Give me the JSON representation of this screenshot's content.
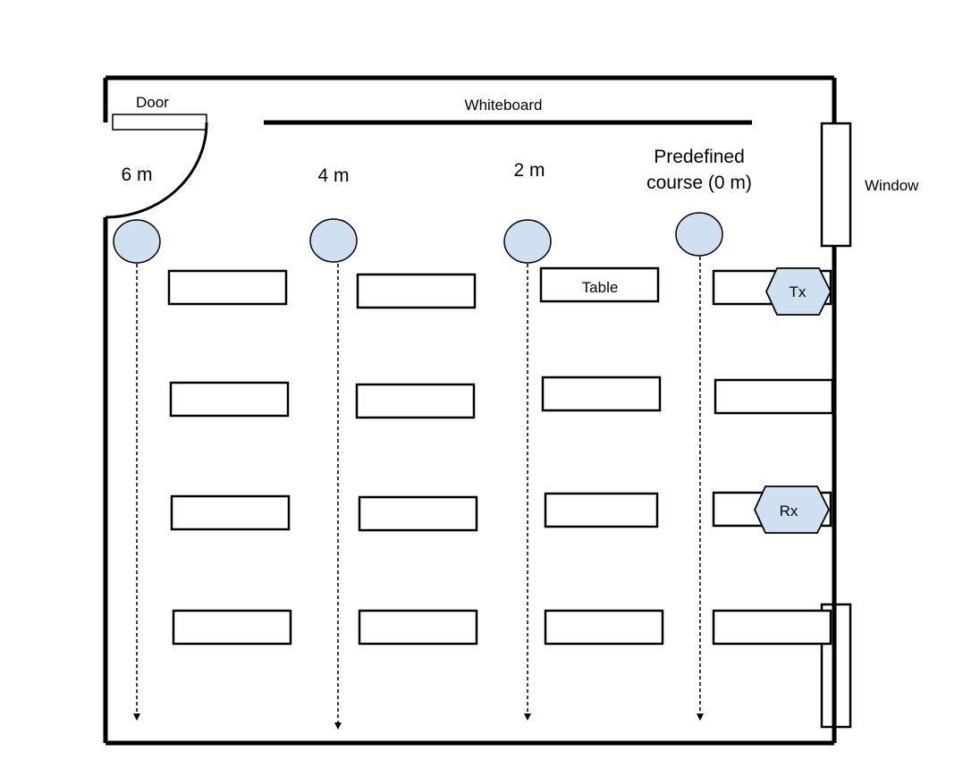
{
  "labels": {
    "door": "Door",
    "whiteboard": "Whiteboard",
    "window": "Window",
    "table": "Table",
    "tx": "Tx",
    "rx": "Rx"
  },
  "courses": [
    {
      "label_lines": [
        "6 m"
      ]
    },
    {
      "label_lines": [
        "4 m"
      ]
    },
    {
      "label_lines": [
        "2 m"
      ]
    },
    {
      "label_lines": [
        "Predefined",
        "course (0 m)"
      ]
    }
  ],
  "colors": {
    "walker_fill": "#cfe0f1",
    "device_fill": "#cfe0f1",
    "stroke": "#000000"
  }
}
